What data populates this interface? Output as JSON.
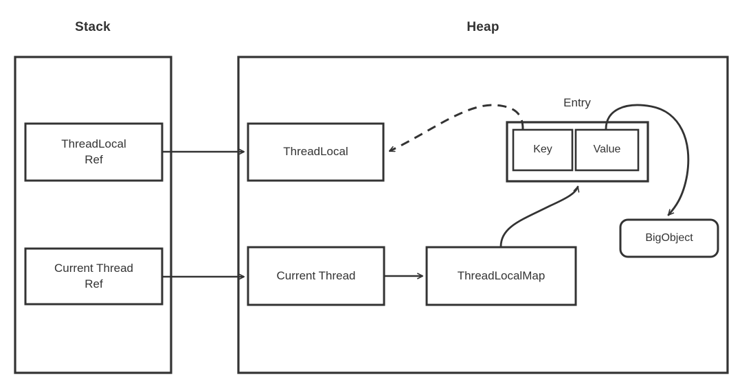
{
  "diagram": {
    "title": "ThreadLocal memory reference diagram",
    "colors": {
      "stroke": "#333333",
      "background": "#ffffff",
      "text": "#333333"
    },
    "regions": [
      {
        "id": "stack",
        "label": "Stack"
      },
      {
        "id": "heap",
        "label": "Heap"
      }
    ],
    "nodes": {
      "thread_local_ref": "ThreadLocal\nRef",
      "current_thread_ref": "Current Thread\nRef",
      "thread_local": "ThreadLocal",
      "current_thread": "Current Thread",
      "thread_local_map": "ThreadLocalMap",
      "entry_title": "Entry",
      "entry_key": "Key",
      "entry_value": "Value",
      "big_object": "BigObject"
    },
    "edges": [
      {
        "id": "ref-to-threadlocal",
        "from": "ThreadLocal Ref",
        "to": "ThreadLocal",
        "style": "solid"
      },
      {
        "id": "ref-to-currentthread",
        "from": "Current Thread Ref",
        "to": "Current Thread",
        "style": "solid"
      },
      {
        "id": "currentthread-to-map",
        "from": "Current Thread",
        "to": "ThreadLocalMap",
        "style": "solid"
      },
      {
        "id": "map-to-entry",
        "from": "ThreadLocalMap",
        "to": "Entry",
        "style": "solid"
      },
      {
        "id": "key-to-threadlocal",
        "from": "Key",
        "to": "ThreadLocal",
        "style": "dashed"
      },
      {
        "id": "value-to-bigobject",
        "from": "Value",
        "to": "BigObject",
        "style": "solid"
      }
    ]
  }
}
